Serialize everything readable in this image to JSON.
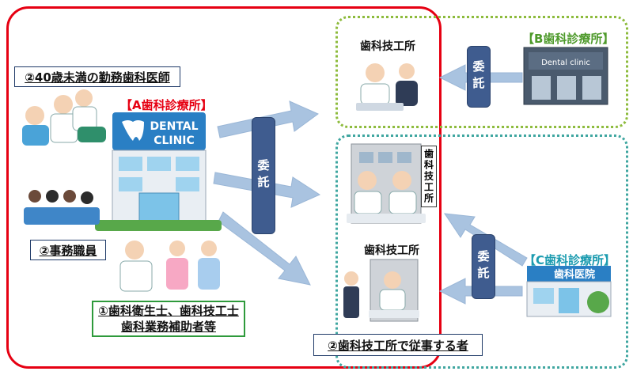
{
  "zones": {
    "a_clinic_title": "【A歯科診療所】",
    "b_clinic_title": "【B歯科診療所】",
    "c_clinic_title": "【C歯科診療所】"
  },
  "labels": {
    "dentist": "②40歳未満の勤務歯科医師",
    "office_staff": "②事務職員",
    "hygienist_line1": "①歯科衛生士、歯科技工士",
    "hygienist_line2": "歯科業務補助者等",
    "lab_worker": "②歯科技工所で従事する者"
  },
  "labs": {
    "top_title": "歯科技工所",
    "middle_sign": "歯科技工所",
    "bottom_title": "歯科技工所"
  },
  "commission": {
    "center": "委託",
    "from_b": "委託",
    "from_c": "委託"
  },
  "signs": {
    "a_sign_line1": "DENTAL",
    "a_sign_line2": "CLINIC",
    "b_sign": "Dental clinic",
    "c_sign": "歯科医院"
  },
  "colors": {
    "a_zone": "#e60012",
    "b_zone": "#8dbb3c",
    "c_zone": "#3fa6a0",
    "commission_box": "#3f5c8f",
    "arrow": "#a9c3e0"
  }
}
